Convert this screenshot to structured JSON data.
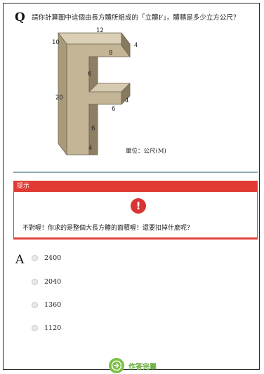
{
  "question": {
    "letter": "Q",
    "text": "請你計算圖中這個由長方體所組成的「立體F」，體積是多少立方公尺？"
  },
  "figure": {
    "labels": {
      "top_width": "12",
      "top_depth": "10",
      "top_arm_length": "8",
      "top_arm_height": "4",
      "upper_inner_height": "6",
      "left_height": "20",
      "middle_arm_height": "4",
      "middle_arm_length": "6",
      "lower_inner_height": "6",
      "bottom_width": "4"
    },
    "unit_text": "單位：公尺(M)",
    "colors": {
      "front": "#c4b597",
      "side": "#877a60",
      "top": "#dbd0b6",
      "edge": "#6d6250"
    }
  },
  "hint": {
    "header": "提示",
    "icon": "exclamation-icon",
    "message": "不對喔！你求的是整個大長方體的面積喔！還要扣掉什麼呢？",
    "color": "#df3a33"
  },
  "answer": {
    "letter": "A",
    "options": [
      {
        "label": "2400"
      },
      {
        "label": "2040"
      },
      {
        "label": "1360"
      },
      {
        "label": "1120"
      }
    ]
  },
  "submit": {
    "label": "作答完畢",
    "icon": "arrow-right-circle-icon",
    "color": "#7bc043"
  }
}
